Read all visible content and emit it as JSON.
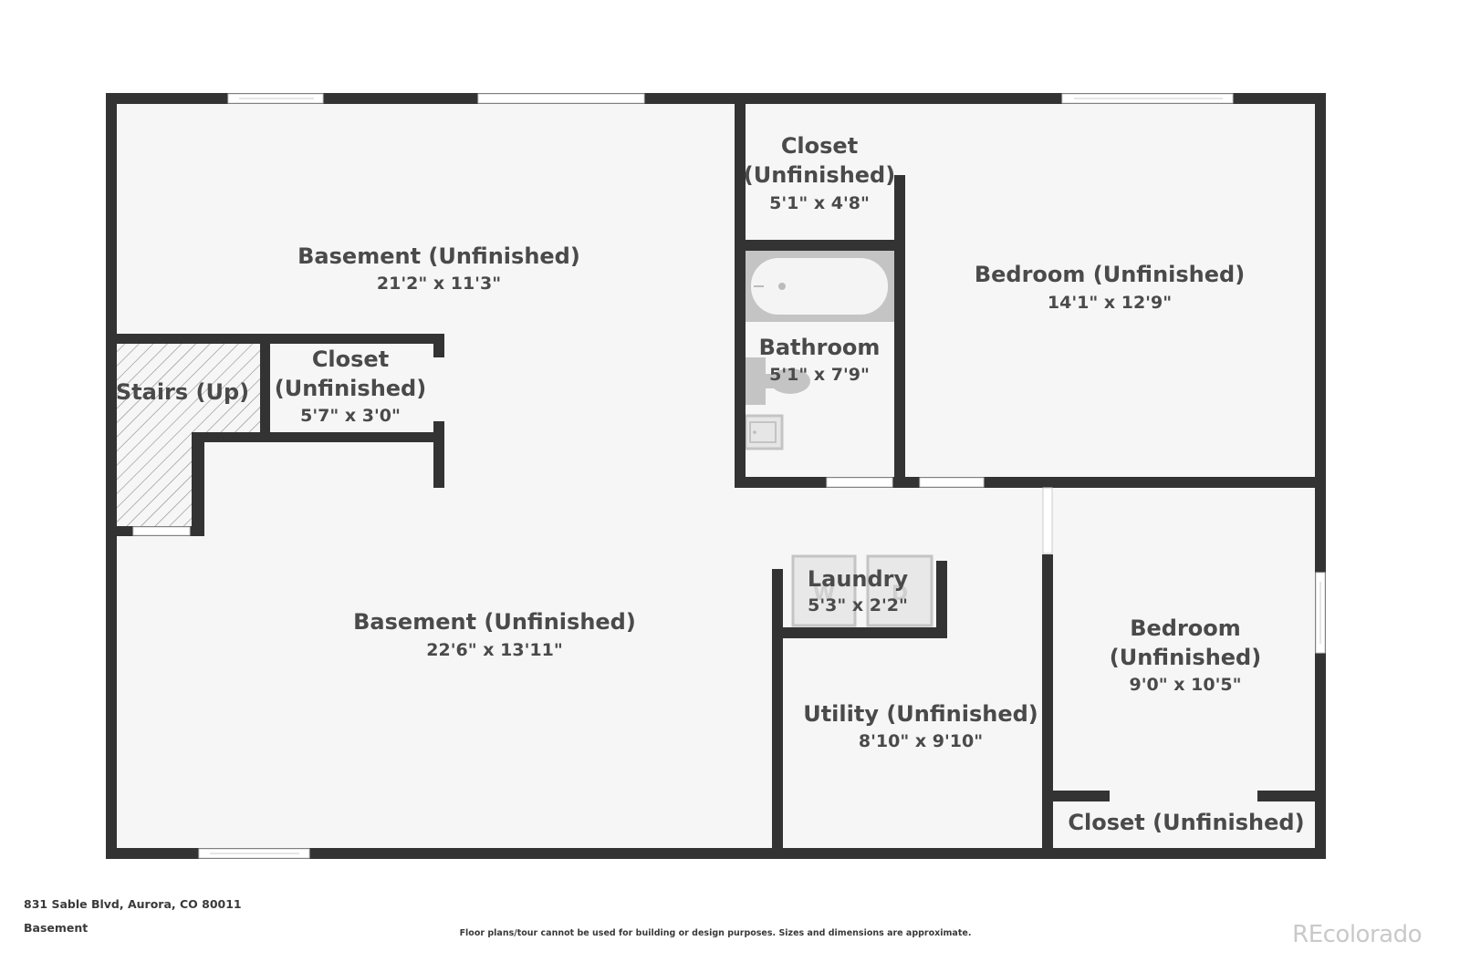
{
  "rooms": {
    "basement_upper": {
      "name": "Basement (Unfinished)",
      "dim": "21'2\" x 11'3\""
    },
    "basement_lower": {
      "name": "Basement (Unfinished)",
      "dim": "22'6\" x 13'11\""
    },
    "closet_top": {
      "name1": "Closet",
      "name2": "(Unfinished)",
      "dim": "5'1\" x 4'8\""
    },
    "closet_mid": {
      "name1": "Closet",
      "name2": "(Unfinished)",
      "dim": "5'7\" x 3'0\""
    },
    "stairs": {
      "name": "Stairs (Up)"
    },
    "bathroom": {
      "name": "Bathroom",
      "dim": "5'1\" x 7'9\""
    },
    "bedroom_large": {
      "name": "Bedroom (Unfinished)",
      "dim": "14'1\" x 12'9\""
    },
    "laundry": {
      "name": "Laundry",
      "dim": "5'3\" x 2'2\""
    },
    "utility": {
      "name": "Utility (Unfinished)",
      "dim": "8'10\" x 9'10\""
    },
    "bedroom_small": {
      "name1": "Bedroom",
      "name2": "(Unfinished)",
      "dim": "9'0\" x 10'5\""
    },
    "closet_bottom": {
      "name": "Closet (Unfinished)"
    }
  },
  "footer": {
    "address": "831 Sable Blvd, Aurora, CO 80011",
    "level": "Basement",
    "disclaimer": "Floor plans/tour cannot be used for building or design purposes. Sizes and dimensions are approximate.",
    "brand": "REcolorado"
  },
  "colors": {
    "wall": "#333333",
    "floor": "#f6f6f6",
    "fixture": "#c4c4c4",
    "text": "#4a4a4a"
  }
}
